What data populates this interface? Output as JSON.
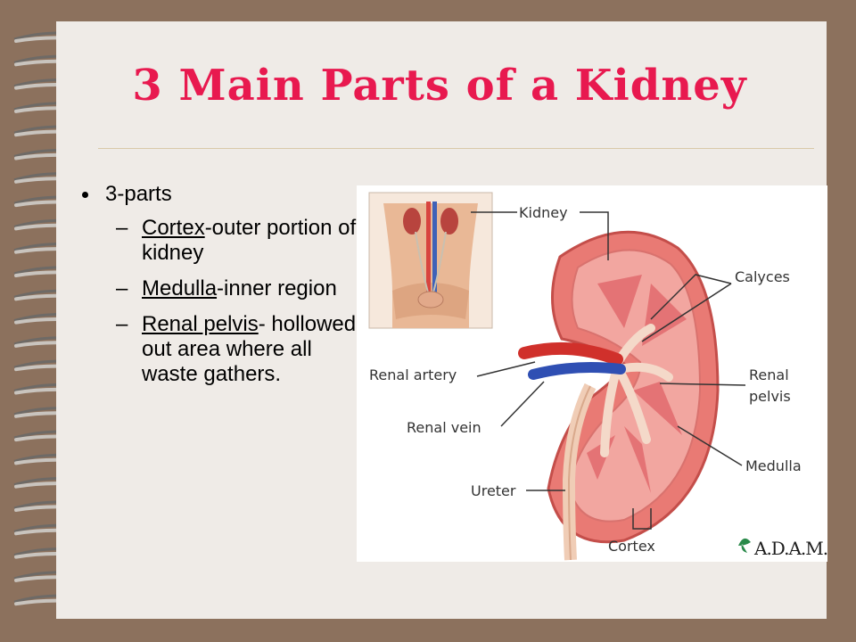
{
  "slide": {
    "title": "3 Main Parts of a Kidney",
    "colors": {
      "title": "#e8194f",
      "background": "#8c715d",
      "page": "#efebe7"
    }
  },
  "bullets": {
    "main": "3-parts",
    "items": [
      {
        "term": "Cortex",
        "rest": "-outer portion of kidney"
      },
      {
        "term": "Medulla",
        "rest": "-inner region"
      },
      {
        "term": "Renal pelvis",
        "rest": "- hollowed out area where all waste gathers."
      }
    ]
  },
  "figure": {
    "labels": {
      "kidney": "Kidney",
      "calyces": "Calyces",
      "renal_artery": "Renal artery",
      "renal_pelvis_1": "Renal",
      "renal_pelvis_2": "pelvis",
      "renal_vein": "Renal vein",
      "medulla": "Medulla",
      "ureter": "Ureter",
      "cortex": "Cortex"
    },
    "logo": "A.D.A.M."
  }
}
